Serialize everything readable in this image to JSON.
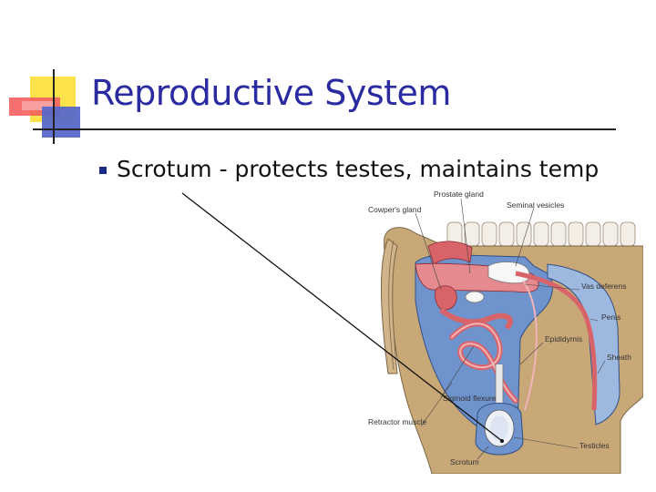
{
  "slide": {
    "title": "Reproductive System",
    "bullets": [
      {
        "text": "Scrotum - protects testes, maintains temp"
      }
    ]
  },
  "diagram": {
    "labels": {
      "prostate_gland": "Prostate gland",
      "seminal_vesicles": "Seminal vesicles",
      "cowpers_gland": "Cowper's gland",
      "vas_deferens": "Vas deferens",
      "penis": "Penis",
      "epididymis": "Epididymis",
      "sheath": "Sheath",
      "sigmoid_flexure": "Sigmoid flexure",
      "retractor_muscle": "Retractor muscle",
      "testicles": "Testicles",
      "scrotum": "Scrotum"
    }
  },
  "colors": {
    "title": "#2b2ba1",
    "bullet_marker": "#1a2a8a",
    "deco_yellow": "#fde24a",
    "deco_red": "#f4605e",
    "deco_blue": "#5868c8",
    "body_tan": "#c9a878",
    "body_blue": "#6f93cc",
    "organ_red": "#d8646a",
    "organ_pink": "#f1b4b8"
  }
}
